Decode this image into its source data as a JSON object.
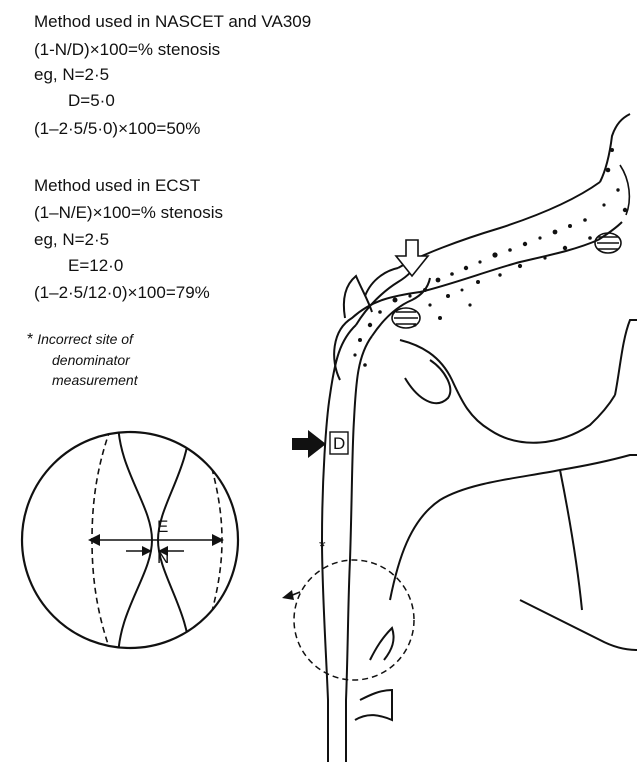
{
  "method1": {
    "title": "Method used in NASCET and VA309",
    "formula": "(1-N/D)×100=% stenosis",
    "eg": "eg, N=2·5",
    "second": "D=5·0",
    "result": "(1–2·5/5·0)×100=50%"
  },
  "method2": {
    "title": "Method used in ECST",
    "formula": "(1–N/E)×100=% stenosis",
    "eg": "eg, N=2·5",
    "second": "E=12·0",
    "result": "(1–2·5/12·0)×100=79%"
  },
  "note": {
    "asterisk": "*",
    "line1": "Incorrect site of",
    "line2": "denominator",
    "line3": "measurement"
  },
  "figure": {
    "label_d": "D",
    "label_e": "E",
    "label_n": "N",
    "asterisk": "*"
  }
}
